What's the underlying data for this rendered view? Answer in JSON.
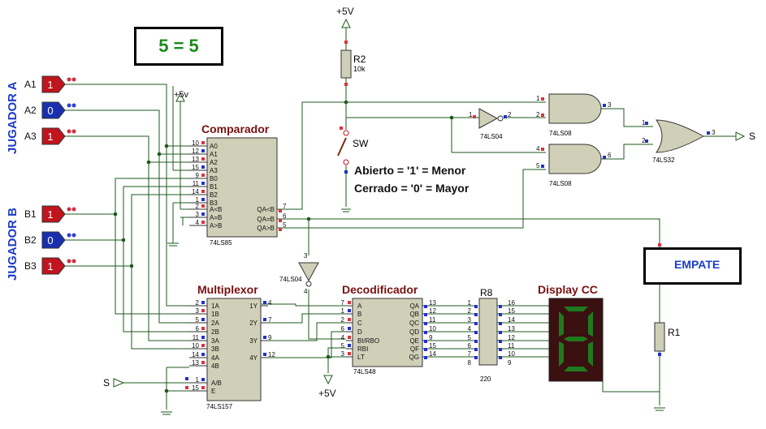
{
  "result_display": "5 = 5",
  "groups": {
    "player_a": "JUGADOR A",
    "player_b": "JUGADOR B"
  },
  "inputs": [
    {
      "name": "A1",
      "state": "1",
      "color": "#c0141e"
    },
    {
      "name": "A2",
      "state": "0",
      "color": "#1a2fb0"
    },
    {
      "name": "A3",
      "state": "1",
      "color": "#c0141e"
    },
    {
      "name": "B1",
      "state": "1",
      "color": "#c0141e"
    },
    {
      "name": "B2",
      "state": "0",
      "color": "#1a2fb0"
    },
    {
      "name": "B3",
      "state": "1",
      "color": "#c0141e"
    }
  ],
  "power": {
    "vcc_top": "+5V",
    "vcc_comp": "+5v",
    "vcc_bottom": "+5V"
  },
  "resistor_r2": {
    "ref": "R2",
    "value": "10k"
  },
  "switch": {
    "ref": "SW"
  },
  "notes": {
    "open": "Abierto = '1' = Menor",
    "closed": "Cerrado = '0' = Mayor"
  },
  "comparator": {
    "title": "Comparador",
    "part": "74LS85",
    "pins_left": [
      "A0",
      "A1",
      "A2",
      "A3",
      "B0",
      "B1",
      "B2",
      "B3",
      "A<B",
      "A=B",
      "A>B"
    ],
    "pin_nums_left": [
      "10",
      "12",
      "13",
      "15",
      "9",
      "11",
      "14",
      "1",
      "2",
      "3",
      "4"
    ],
    "pins_right": [
      "QA<B",
      "QA=B",
      "QA>B"
    ],
    "pin_nums_right": [
      "7",
      "6",
      "5"
    ]
  },
  "gates": {
    "not1": {
      "part": "74LS04",
      "pin_in": "1",
      "pin_out": "2"
    },
    "and1": {
      "part": "74LS08",
      "pin_in": [
        "1",
        "2"
      ],
      "pin_out": "3"
    },
    "and2": {
      "part": "74LS08",
      "pin_in": [
        "4",
        "5"
      ],
      "pin_out": "6"
    },
    "or1": {
      "part": "74LS32",
      "pin_in": [
        "1",
        "2"
      ],
      "pin_out": "3"
    },
    "not2": {
      "part": "74LS04",
      "pin_in": "3",
      "pin_out": "4"
    }
  },
  "output_s": "S",
  "input_s": "S",
  "mux": {
    "title": "Multiplexor",
    "part": "74LS157",
    "pins_left": [
      "1A",
      "1B",
      "2A",
      "2B",
      "3A",
      "3B",
      "4A",
      "4B",
      "A/B",
      "E"
    ],
    "pin_nums_left": [
      "2",
      "3",
      "5",
      "6",
      "11",
      "10",
      "14",
      "13",
      "1",
      "15"
    ],
    "pins_right": [
      "1Y",
      "2Y",
      "3Y",
      "4Y"
    ],
    "pin_nums_right": [
      "4",
      "7",
      "9",
      "12"
    ]
  },
  "decoder": {
    "title": "Decodificador",
    "part": "74LS48",
    "pins_left": [
      "A",
      "B",
      "C",
      "D",
      "BI/RBO",
      "RBI",
      "LT"
    ],
    "pin_nums_left": [
      "7",
      "1",
      "2",
      "6",
      "4",
      "5",
      "3"
    ],
    "pins_right": [
      "QA",
      "QB",
      "QC",
      "QD",
      "QE",
      "QF",
      "QG"
    ],
    "pin_nums_right": [
      "13",
      "12",
      "11",
      "10",
      "9",
      "15",
      "14"
    ]
  },
  "r8": {
    "ref": "R8",
    "value": "220",
    "pin_nums_left": [
      "1",
      "2",
      "3",
      "4",
      "5",
      "6",
      "7",
      "8"
    ],
    "pin_nums_right": [
      "16",
      "15",
      "14",
      "13",
      "12",
      "11",
      "10",
      "9"
    ]
  },
  "display": {
    "title": "Display CC",
    "digit": "8"
  },
  "led": {
    "label": "EMPATE",
    "color": "#1a9a1a"
  },
  "resistor_r1": {
    "ref": "R1"
  }
}
